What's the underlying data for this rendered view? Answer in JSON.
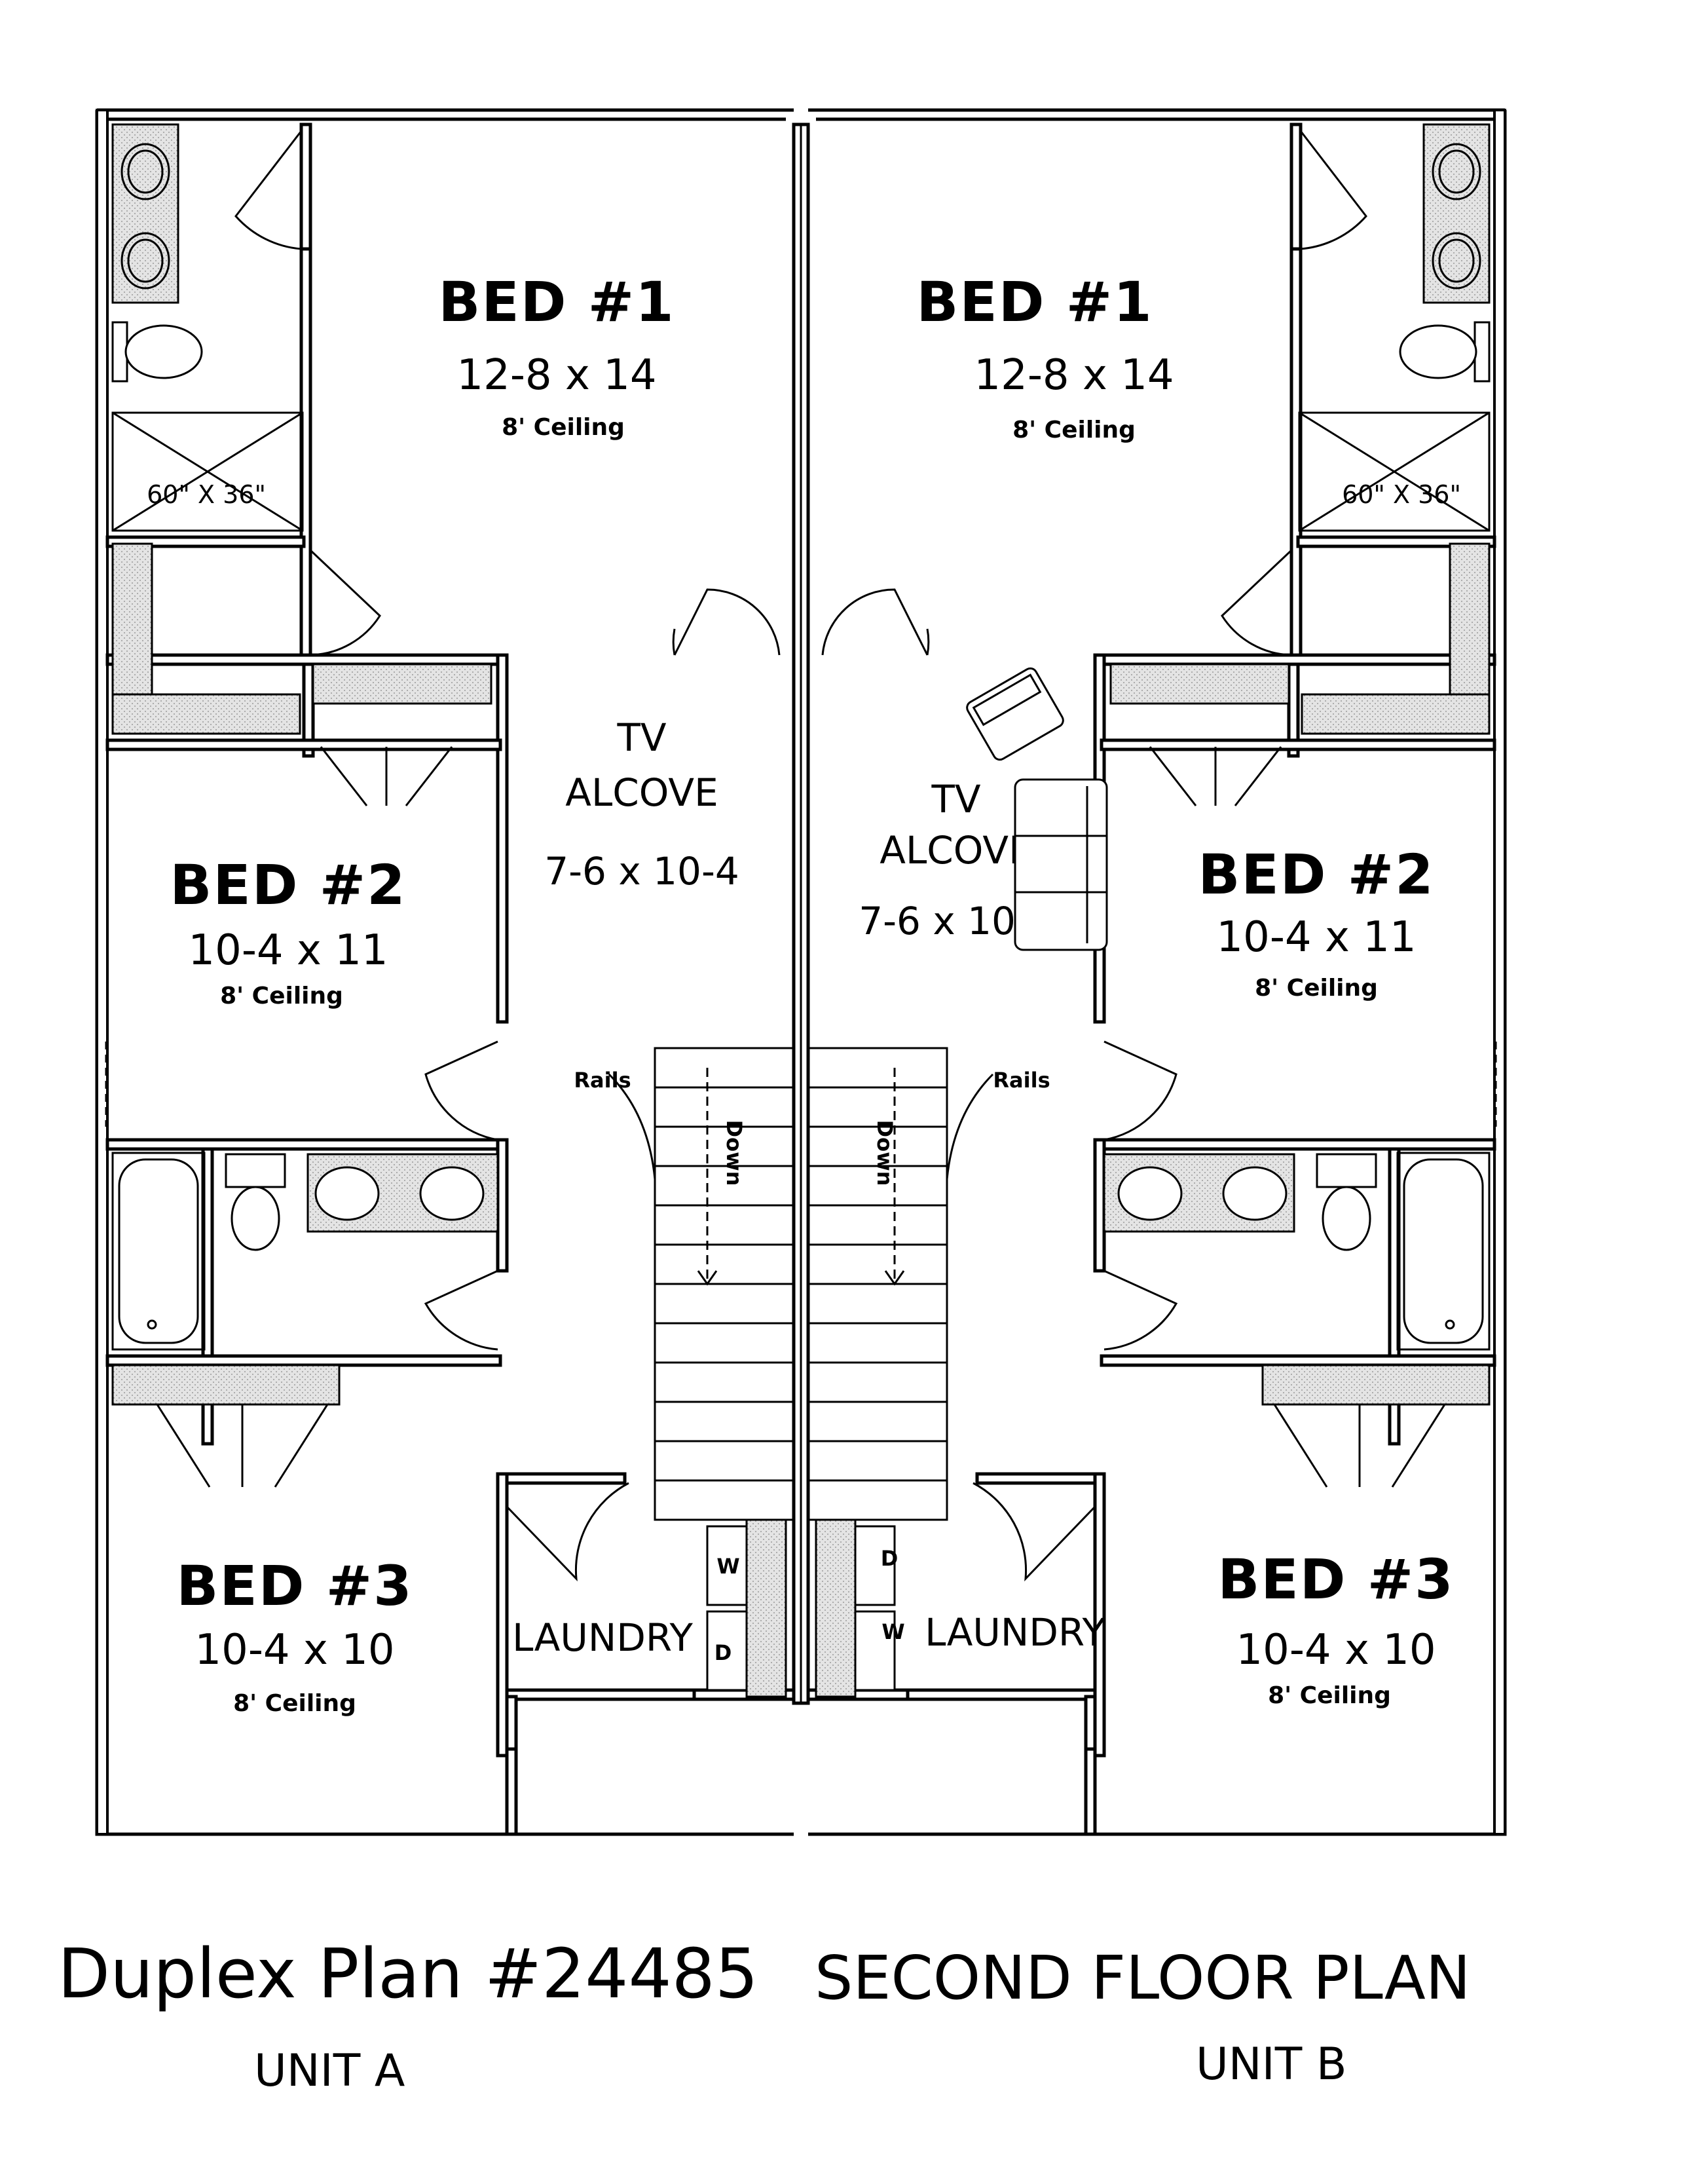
{
  "unit_a": {
    "bed1": {
      "name": "BED #1",
      "size": "12-8 x 14",
      "ceiling": "8' Ceiling"
    },
    "bed2": {
      "name": "BED #2",
      "size": "10-4 x 11",
      "ceiling": "8' Ceiling"
    },
    "bed3": {
      "name": "BED #3",
      "size": "10-4 x 10",
      "ceiling": "8' Ceiling"
    },
    "tv_alcove": {
      "line1": "TV",
      "line2": "ALCOVE",
      "size": "7-6 x 10-4"
    },
    "laundry": "LAUNDRY",
    "shower": "60\" X 36\"",
    "rails": "Rails",
    "stair": "Down",
    "washer": "W",
    "dryer": "D"
  },
  "unit_b": {
    "bed1": {
      "name": "BED #1",
      "size": "12-8 x 14",
      "ceiling": "8' Ceiling"
    },
    "bed2": {
      "name": "BED #2",
      "size": "10-4 x 11",
      "ceiling": "8' Ceiling"
    },
    "bed3": {
      "name": "BED #3",
      "size": "10-4 x 10",
      "ceiling": "8' Ceiling"
    },
    "tv_alcove": {
      "line1": "TV",
      "line2": "ALCOVE",
      "size": "7-6 x 10-4"
    },
    "laundry": "LAUNDRY",
    "shower": "60\" X 36\"",
    "rails": "Rails",
    "stair": "Down",
    "washer": "W",
    "dryer": "D"
  },
  "footer": {
    "plan_title": "Duplex Plan #24485",
    "floor_title": "SECOND FLOOR PLAN",
    "unit_a_label": "UNIT A",
    "unit_b_label": "UNIT B"
  }
}
